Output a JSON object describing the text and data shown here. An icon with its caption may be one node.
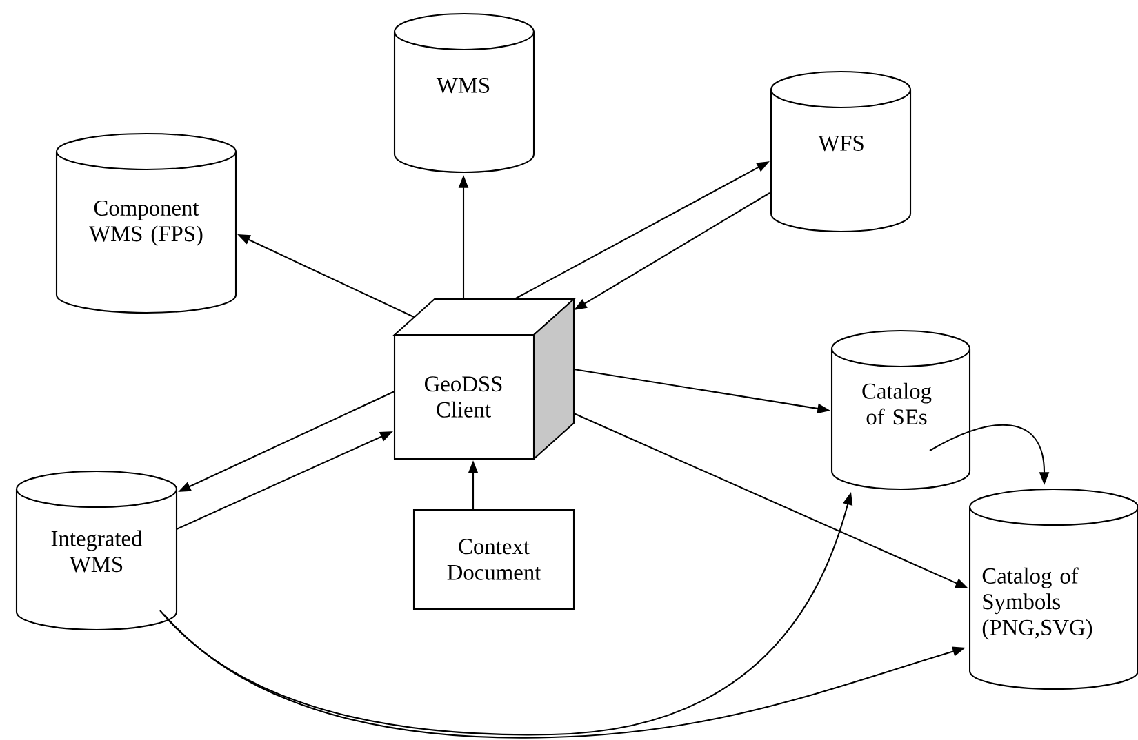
{
  "diagram": {
    "nodes": [
      {
        "text": [
          "WMS"
        ]
      },
      {
        "text": [
          "WFS"
        ]
      },
      {
        "text": [
          "Component WMS (FPS)"
        ]
      },
      {
        "text": [
          "GeoDSS Client"
        ]
      },
      {
        "text": [
          "Catalog of SEs"
        ]
      },
      {
        "text": [
          "Integrated WMS"
        ]
      },
      {
        "text": [
          "Context Document"
        ]
      },
      {
        "text": [
          "Catalog of Symbols (PNG,SVG)"
        ]
      }
    ],
    "edges": [
      {
        "from": 3,
        "to": 0,
        "arrow": "to"
      },
      {
        "from": 3,
        "to": 2,
        "arrow": "to"
      },
      {
        "from": 3,
        "to": 1,
        "arrow": "to"
      },
      {
        "from": 1,
        "to": 3,
        "arrow": "to"
      },
      {
        "from": 3,
        "to": 4,
        "arrow": "to"
      },
      {
        "from": 3,
        "to": 7,
        "arrow": "to"
      },
      {
        "from": 3,
        "to": 5,
        "arrow": "to"
      },
      {
        "from": 5,
        "to": 3,
        "arrow": "to"
      },
      {
        "from": 6,
        "to": 3,
        "arrow": "to"
      },
      {
        "from": 4,
        "to": 7,
        "arrow": "to"
      },
      {
        "from": 5,
        "to": 4,
        "arrow": "to"
      },
      {
        "from": 5,
        "to": 7,
        "arrow": "to"
      }
    ]
  }
}
